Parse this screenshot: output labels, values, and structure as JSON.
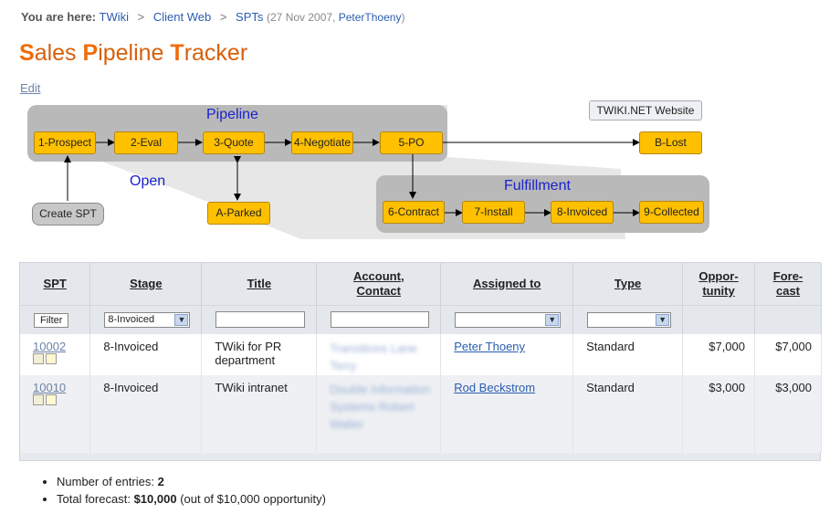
{
  "breadcrumb": {
    "lead": "You are here:",
    "items": [
      "TWiki",
      "Client Web",
      "SPTs"
    ],
    "sep": ">",
    "date": "(27 Nov 2007,",
    "author": "PeterThoeny",
    "close": ")"
  },
  "title": {
    "s": "S",
    "ales": "ales ",
    "p": "P",
    "ipeline": "ipeline ",
    "t": "T",
    "racker": "racker"
  },
  "edit_label": "Edit",
  "diagram": {
    "pipeline_label": "Pipeline",
    "open_label": "Open",
    "fulfillment_label": "Fulfillment",
    "website_label": "TWIKI.NET Website",
    "create_label": "Create SPT",
    "stages": [
      "1-Prospect",
      "2-Eval",
      "3-Quote",
      "4-Negotiate",
      "5-PO",
      "B-Lost",
      "A-Parked",
      "6-Contract",
      "7-Install",
      "8-Invoiced",
      "9-Collected"
    ]
  },
  "table": {
    "headers": [
      "SPT",
      "Stage",
      "Title",
      "Account,\nContact",
      "Assigned to",
      "Type",
      "Oppor-\ntunity",
      "Fore-\ncast"
    ],
    "filter_label": "Filter",
    "stage_filter_value": "8-Invoiced",
    "rows": [
      {
        "id": "10002",
        "stage": "8-Invoiced",
        "title": "TWiki for PR department",
        "account": "Transitions Lane Terry",
        "assigned": "Peter Thoeny",
        "type": "Standard",
        "opportunity": "$7,000",
        "forecast": "$7,000"
      },
      {
        "id": "10010",
        "stage": "8-Invoiced",
        "title": "TWiki intranet",
        "account": "Double Information Systems Robert Walter",
        "assigned": "Rod Beckstrom",
        "type": "Standard",
        "opportunity": "$3,000",
        "forecast": "$3,000"
      }
    ]
  },
  "stats": {
    "entries_label": "Number of entries:",
    "entries_value": "2",
    "forecast_label": "Total forecast:",
    "forecast_value": "$10,000",
    "forecast_note": "(out of $10,000 opportunity)"
  },
  "colors": {
    "accent": "#ef6d09",
    "node": "#ffc000",
    "link": "#2a5db0",
    "diagram_label": "#1a22cc"
  }
}
